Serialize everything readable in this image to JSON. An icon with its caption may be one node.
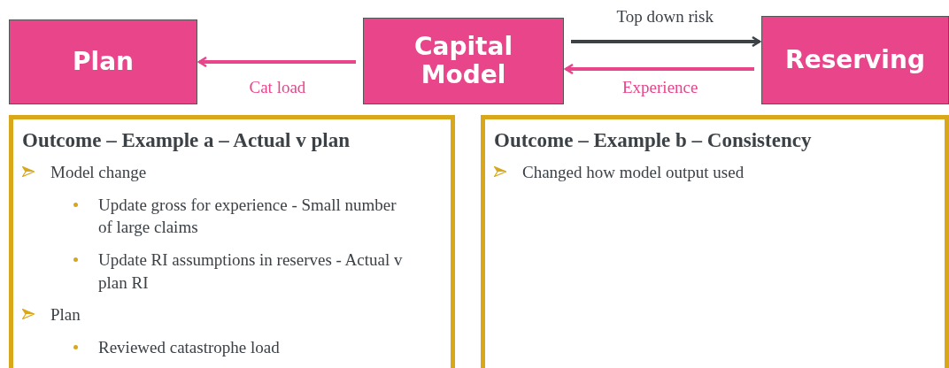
{
  "diagram": {
    "nodes": [
      {
        "text": [
          "Plan"
        ]
      },
      {
        "text": [
          "Capital Model"
        ]
      },
      {
        "text": [
          "Reserving"
        ]
      },
      {
        "text": [
          "Outcome – Example a – Actual v plan",
          "Model change",
          "Update gross for experience - Small number of large claims",
          "Update RI assumptions in reserves - Actual v plan RI",
          "Plan",
          "Reviewed catastrophe load"
        ]
      },
      {
        "text": [
          "Outcome – Example b – Consistency",
          "Changed how model output used"
        ]
      }
    ],
    "edges": [
      {
        "from": 1,
        "to": 0,
        "arrow": "to",
        "label": "Cat load"
      },
      {
        "from": 1,
        "to": 2,
        "arrow": "to",
        "label": "Top down risk",
        "color": "#3c4146"
      },
      {
        "from": 2,
        "to": 1,
        "arrow": "to",
        "label": "Experience"
      }
    ]
  }
}
